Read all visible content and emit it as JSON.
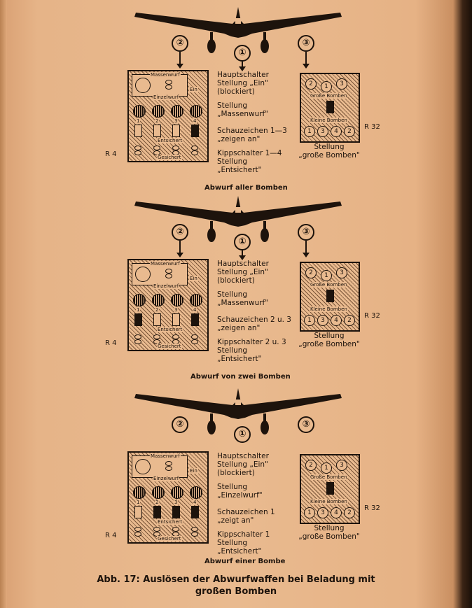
{
  "sections": [
    {
      "callouts": [
        "②",
        "①",
        "③"
      ],
      "panel_r4": {
        "label": "R 4",
        "massenwurf": "Massenwurf",
        "ein": "Ein",
        "einzelwurf": "Einzelwurf",
        "entsichert": "Entsichert",
        "gesichert": "Gesichert",
        "numbers": [
          "1",
          "2",
          "3",
          "4"
        ]
      },
      "panel_r32": {
        "label": "R 32",
        "grosse": "Große Bomben",
        "kleine": "Kleine Bomben",
        "top_nums": [
          "2",
          "1",
          "3"
        ],
        "bottom_nums": [
          "1",
          "3",
          "4",
          "2"
        ]
      },
      "text_1": "Hauptschalter\nStellung „Ein\"\n(blockiert)",
      "text_2": "Stellung\n„Massenwurf\"",
      "text_3": "Schauzeichen 1—3\n„zeigen an\"",
      "text_4": "Kippschalter 1—4\nStellung\n„Entsichert\"",
      "r32_text": "Stellung\n„große Bomben\"",
      "caption": "Abwurf aller Bomben"
    },
    {
      "callouts": [
        "②",
        "①",
        "③"
      ],
      "panel_r4": {
        "label": "R 4",
        "massenwurf": "Massenwurf",
        "ein": "Ein",
        "einzelwurf": "Einzelwurf",
        "entsichert": "Entsichert",
        "gesichert": "Gesichert",
        "numbers": [
          "1",
          "2",
          "3",
          "4"
        ]
      },
      "panel_r32": {
        "label": "R 32",
        "grosse": "Große Bomben",
        "kleine": "Kleine Bomben",
        "top_nums": [
          "2",
          "1",
          "3"
        ],
        "bottom_nums": [
          "1",
          "3",
          "4",
          "2"
        ]
      },
      "text_1": "Hauptschalter\nStellung „Ein\"\n(blockiert)",
      "text_2": "Stellung\n„Massenwurf\"",
      "text_3": "Schauzeichen 2 u. 3\n„zeigen an\"",
      "text_4": "Kippschalter 2 u. 3\nStellung\n„Entsichert\"",
      "r32_text": "Stellung\n„große Bomben\"",
      "caption": "Abwurf von zwei Bomben"
    },
    {
      "callouts": [
        "②",
        "①",
        "③"
      ],
      "panel_r4": {
        "label": "R 4",
        "massenwurf": "Massenwurf",
        "ein": "Ein",
        "einzelwurf": "Einzelwurf",
        "entsichert": "Entsichert",
        "gesichert": "Gesichert",
        "numbers": [
          "1",
          "2",
          "3",
          "4"
        ]
      },
      "panel_r32": {
        "label": "R 32",
        "grosse": "Große Bomben",
        "kleine": "Kleine Bomben",
        "top_nums": [
          "2",
          "1",
          "3"
        ],
        "bottom_nums": [
          "1",
          "3",
          "4",
          "2"
        ]
      },
      "text_1": "Hauptschalter\nStellung „Ein\"\n(blockiert)",
      "text_2": "Stellung\n„Einzelwurf\"",
      "text_3": "Schauzeichen 1\n„zeigt an\"",
      "text_4": "Kippschalter 1\nStellung\n„Entsichert\"",
      "r32_text": "Stellung\n„große Bomben\"",
      "caption": "Abwurf einer Bombe"
    }
  ],
  "figure_caption_line1": "Abb. 17: Auslösen der Abwurfwaffen bei Beladung mit",
  "figure_caption_line2": "großen Bomben"
}
